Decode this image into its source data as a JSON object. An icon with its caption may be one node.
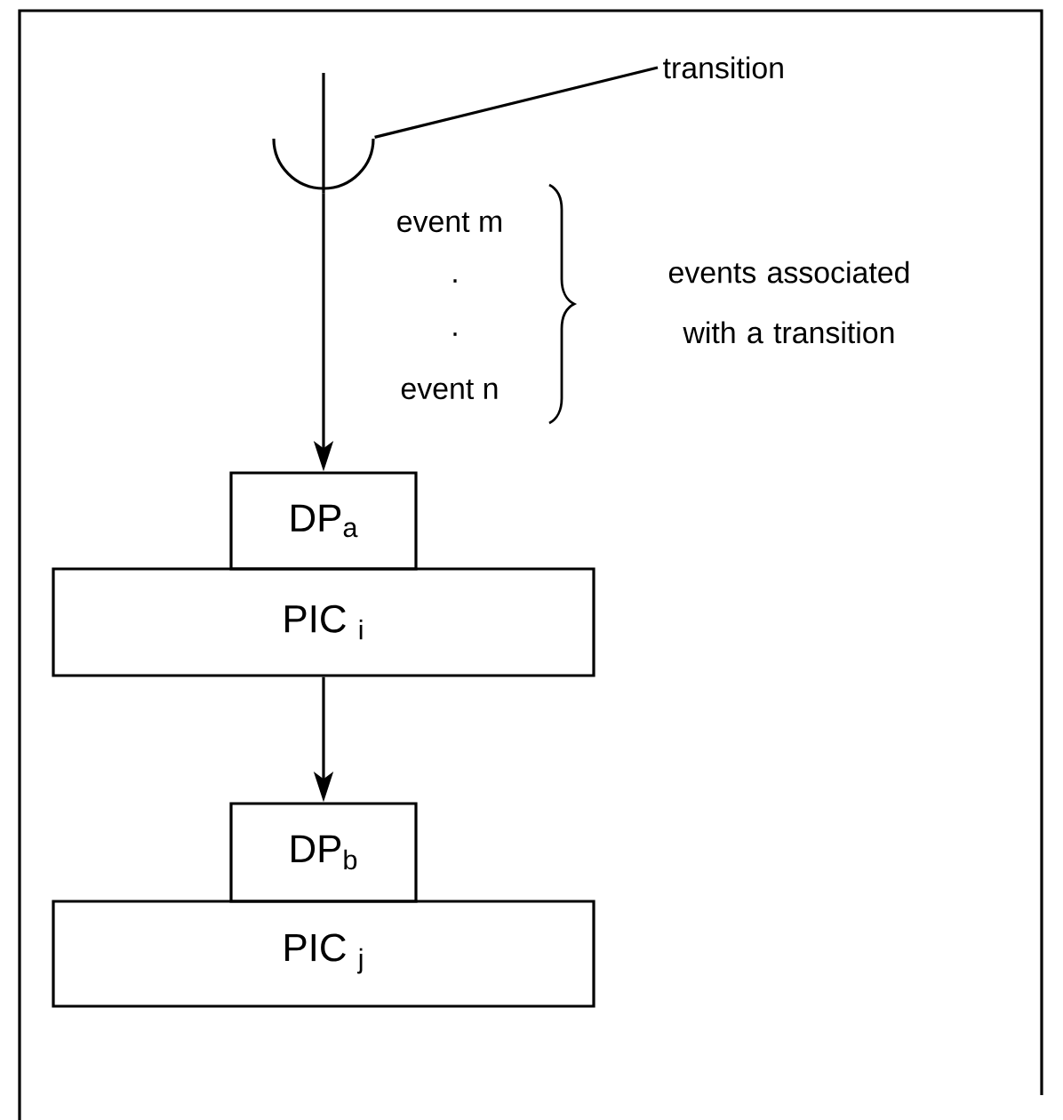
{
  "diagram": {
    "nodes": [
      {
        "text": [
          "transition"
        ]
      },
      {
        "text": [],
        "shape": "arc"
      },
      {
        "text": [
          "DP$_{a}$"
        ]
      },
      {
        "text": [
          "PIC $_{i}$"
        ]
      },
      {
        "text": [
          "DP$_{b}$"
        ]
      },
      {
        "text": [
          "PIC $_{j}$"
        ]
      }
    ],
    "edges": [
      {
        "from": null,
        "to": 1,
        "arrow": "none"
      },
      {
        "from": 1,
        "to": 2,
        "arrow": "to"
      },
      {
        "from": 3,
        "to": 4,
        "arrow": "to"
      },
      {
        "from": 0,
        "to": 1,
        "arrow": "none"
      }
    ],
    "labels": [
      "event m",
      ".",
      ".",
      "event n",
      "events associated with a transition"
    ]
  }
}
